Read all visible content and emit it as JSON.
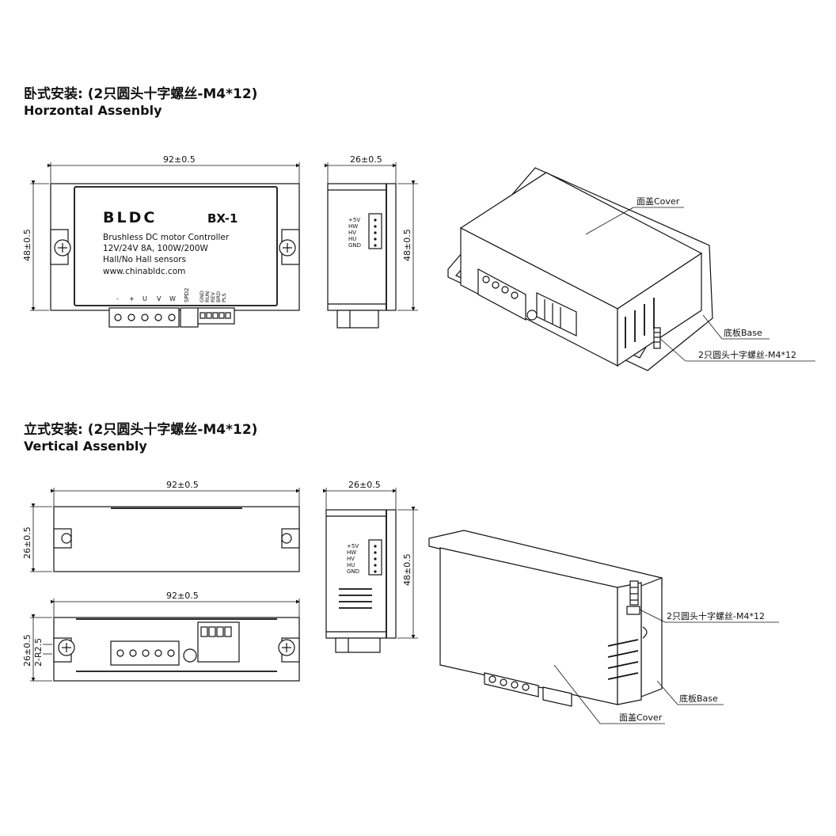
{
  "horizontal": {
    "title_cn": "卧式安装: (2只圆头十字螺丝-M4*12)",
    "title_en": "Horzontal Assenbly",
    "dim_width": "92±0.5",
    "dim_height": "48±0.5",
    "dim_depth": "26±0.5",
    "brand": "BLDC",
    "model": "BX-1",
    "desc_line1": "Brushless DC motor Controller",
    "desc_line2": "12V/24V  8A, 100W/200W",
    "desc_line3": "Hall/No Hall sensors",
    "website": "www.chinabldc.com",
    "pin_labels": [
      "-",
      "+",
      "U",
      "V",
      "W"
    ],
    "spd_label": "SPD2",
    "ctrl_pins": [
      "GND",
      "RUN",
      "REV",
      "BRD",
      "PLS"
    ],
    "hall_pins": [
      "+5V",
      "HW",
      "HV",
      "HU",
      "GND"
    ],
    "callout_cover": "面盖Cover",
    "callout_base": "底板Base",
    "callout_screw": "2只圆头十字螺丝-M4*12"
  },
  "vertical": {
    "title_cn": "立式安装: (2只圆头十字螺丝-M4*12)",
    "title_en": "Vertical Assenbly",
    "dim_width_top": "92±0.5",
    "dim_height_top": "26±0.5",
    "dim_width_bottom": "92±0.5",
    "dim_height_bottom": "26±0.5",
    "dim_slot": "2-R2.5",
    "dim_depth": "26±0.5",
    "dim_side_height": "48±0.5",
    "hall_pins": [
      "+5V",
      "HW",
      "HV",
      "HU",
      "GND"
    ],
    "callout_screw": "2只圆头十字螺丝-M4*12",
    "callout_base": "底板Base",
    "callout_cover": "面盖Cover"
  }
}
